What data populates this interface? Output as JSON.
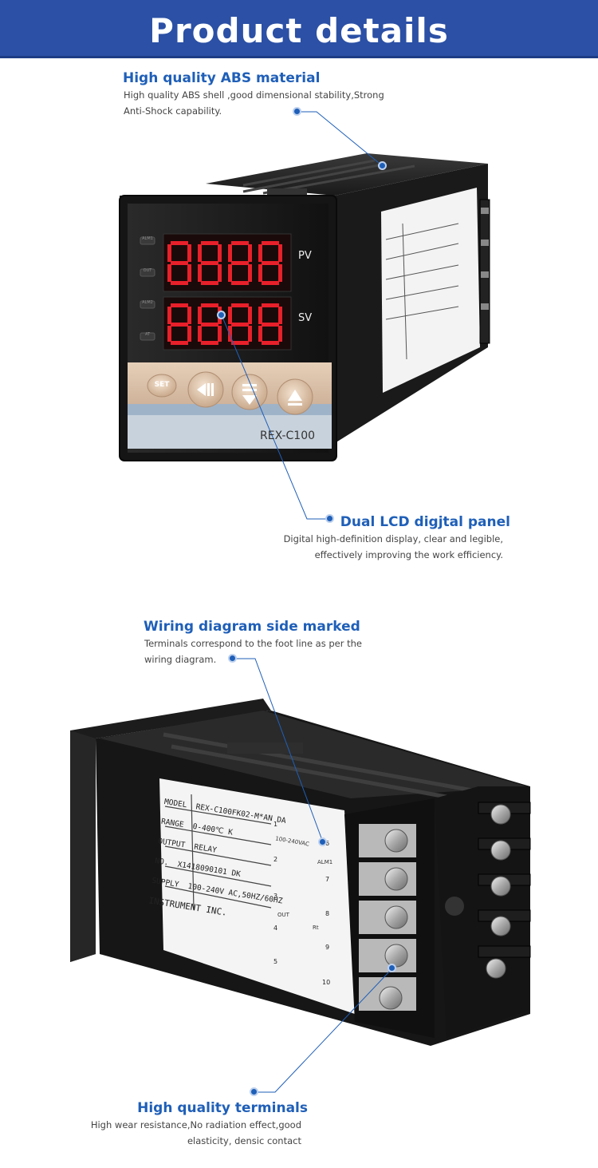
{
  "header": {
    "title": "Product details"
  },
  "features": [
    {
      "title": "High quality ABS material",
      "lines": [
        "High quality ABS shell ,good dimensional stability,Strong",
        "Anti-Shock capability."
      ]
    },
    {
      "title": "Dual LCD digjtal panel",
      "lines": [
        "Digital high-definition display, clear and legible,",
        "effectively improving the work efficiency."
      ]
    },
    {
      "title": "Wiring diagram side marked",
      "lines": [
        "Terminals correspond to the foot line as per the",
        "wiring diagram."
      ]
    },
    {
      "title": "High quality terminals",
      "lines": [
        "High wear resistance,No radiation effect,good",
        "elasticity, densic contact"
      ]
    }
  ],
  "device": {
    "pv_label": "PV",
    "sv_label": "SV",
    "indicators": [
      "ALM1",
      "OUT",
      "ALM2",
      "AT"
    ],
    "set_button": "SET",
    "model_name": "REX-C100",
    "label": {
      "rows": [
        {
          "key": "MODEL",
          "value": "REX-C100FK02-M*AN DA"
        },
        {
          "key": "RANGE",
          "value": "0-400℃ K"
        },
        {
          "key": "OUTPUT",
          "value": "RELAY"
        },
        {
          "key": "NO.",
          "value": "X1418090101 DK"
        },
        {
          "key": "SUPPLY",
          "value": "100-240V AC,50HZ/60HZ"
        }
      ],
      "maker": "INSTRUMENT INC.",
      "supply_note": "100-240VAC",
      "alm_label": "ALM1",
      "out_label": "OUT",
      "rt_label": "Rt",
      "terminals": [
        "1",
        "2",
        "3",
        "4",
        "5",
        "6",
        "7",
        "8",
        "9",
        "10"
      ]
    }
  },
  "colors": {
    "banner": "#2b50a5",
    "title_blue": "#1f5fb8",
    "device_body": "#1c1c1c",
    "keypad": "#dcc3ab",
    "led_red": "#e8202a"
  }
}
